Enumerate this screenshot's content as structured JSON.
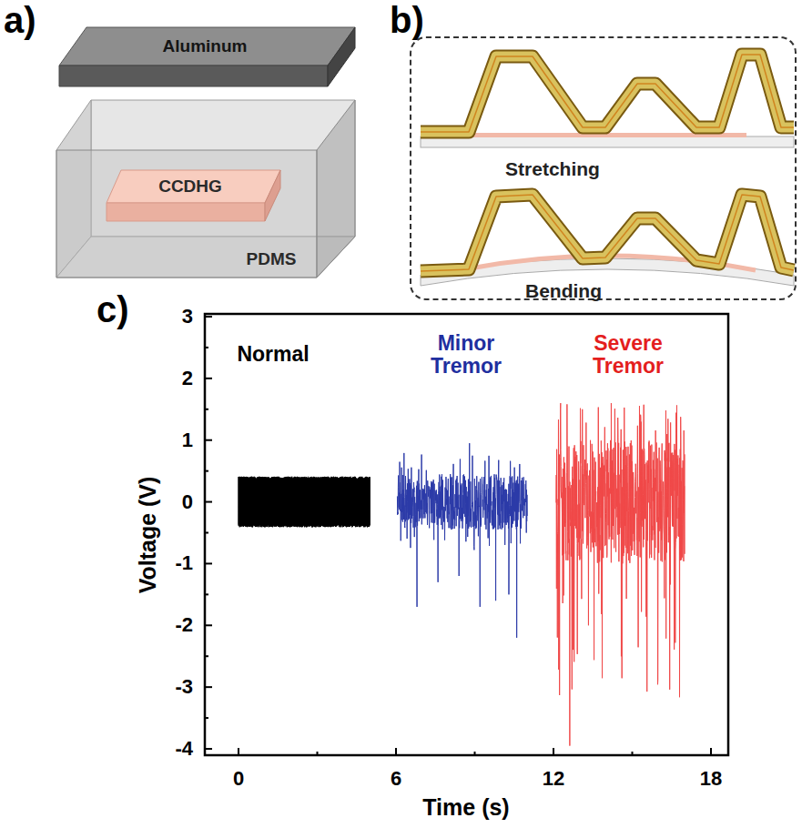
{
  "diagram": {
    "nodes": [
      {
        "text": [
          "Aluminum"
        ]
      },
      {
        "text": [
          "PDMS"
        ]
      },
      {
        "text": [
          "CCDHG"
        ],
        "in": 1
      },
      {
        "text": [
          "Stretching",
          "Bending"
        ]
      }
    ],
    "labels": [
      "a)",
      "b)",
      "c)",
      "Normal",
      "Minor Tremor",
      "Severe Tremor",
      "Voltage (V)",
      "Time (s)",
      "3",
      "2",
      "1",
      "0",
      "-1",
      "-2",
      "-3",
      "-4",
      "0",
      "6",
      "12",
      "18"
    ]
  }
}
